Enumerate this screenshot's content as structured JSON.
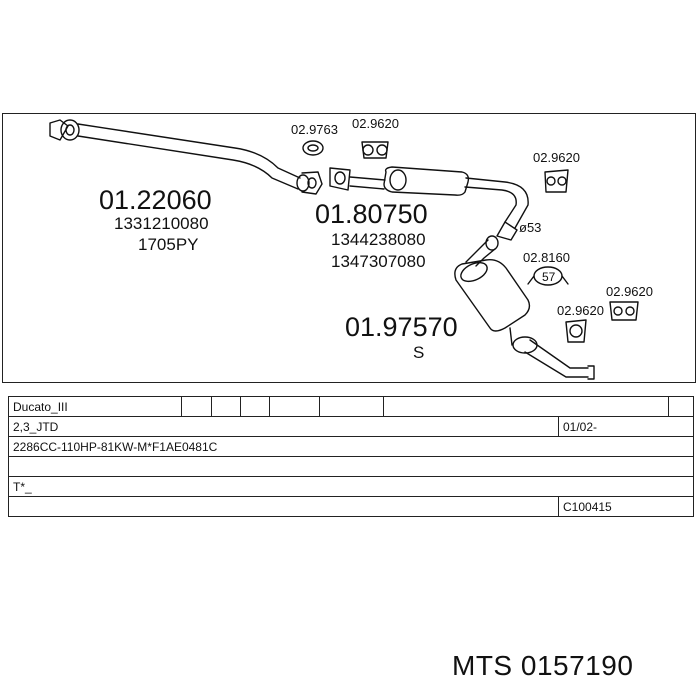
{
  "diagram": {
    "parts": {
      "front_pipe": {
        "code": "01.22060",
        "ref1": "1331210080",
        "ref2": "1705PY"
      },
      "middle_silencer": {
        "code": "01.80750",
        "ref1": "1344238080",
        "ref2": "1347307080"
      },
      "rear_silencer": {
        "code": "01.97570",
        "ref1": "S"
      },
      "gasket": {
        "code": "02.9763"
      },
      "hanger_a": {
        "code": "02.9620"
      },
      "hanger_b": {
        "code": "02.9620"
      },
      "clamp": {
        "code": "02.8160",
        "size": "57"
      },
      "hanger_c": {
        "code": "02.9620"
      },
      "hanger_d": {
        "code": "02.9620"
      },
      "diameter": {
        "label": "ø53"
      }
    }
  },
  "spec": {
    "model": "Ducato_III",
    "engine": "2,3_JTD",
    "date_range": "01/02-",
    "engine_details": "2286CC-110HP-81KW-M*F1AE0481C",
    "row4": "",
    "type_note": "T*_",
    "catalog_code": "C100415"
  },
  "brand": {
    "label": "MTS 0157190"
  }
}
